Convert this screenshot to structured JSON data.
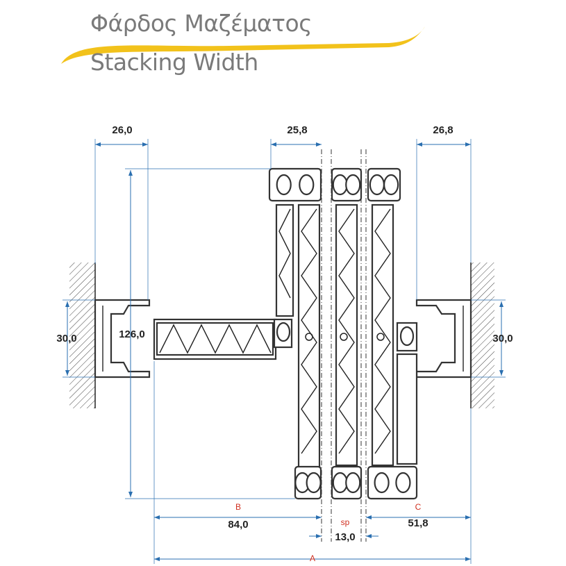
{
  "header": {
    "title_greek": "Φάρδος Μαζέματος",
    "title_english": "Stacking Width",
    "accent_color": "#f2c21b"
  },
  "dimensions": {
    "left_frame_width": "26,0",
    "sash_width": "25,8",
    "right_frame_width": "26,8",
    "left_height": "30,0",
    "sash_height": "126,0",
    "right_height": "30,0",
    "b_label": "B",
    "b_value": "84,0",
    "sp_label": "sp",
    "sp_value": "13,0",
    "c_label": "C",
    "c_value": "51,8",
    "a_label": "A"
  },
  "colors": {
    "dimension_line": "#2a6fb0",
    "letter_label": "#d03020"
  }
}
